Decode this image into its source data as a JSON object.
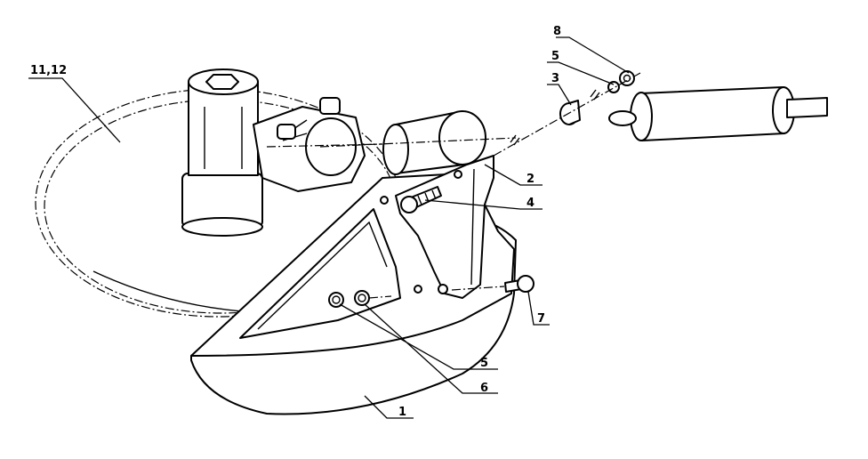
{
  "callouts": {
    "guard_label": "1",
    "bracket_label": "2",
    "spacer_label": "3",
    "bolt_label": "4",
    "washer_top_label": "5",
    "washer_bottom_label": "5",
    "lock_washer_label": "6",
    "screw_label": "7",
    "nut_label": "8",
    "blade_label": "11,12"
  },
  "colors": {
    "line": "#000000",
    "background": "#ffffff",
    "shading": "#9a9a9a"
  }
}
